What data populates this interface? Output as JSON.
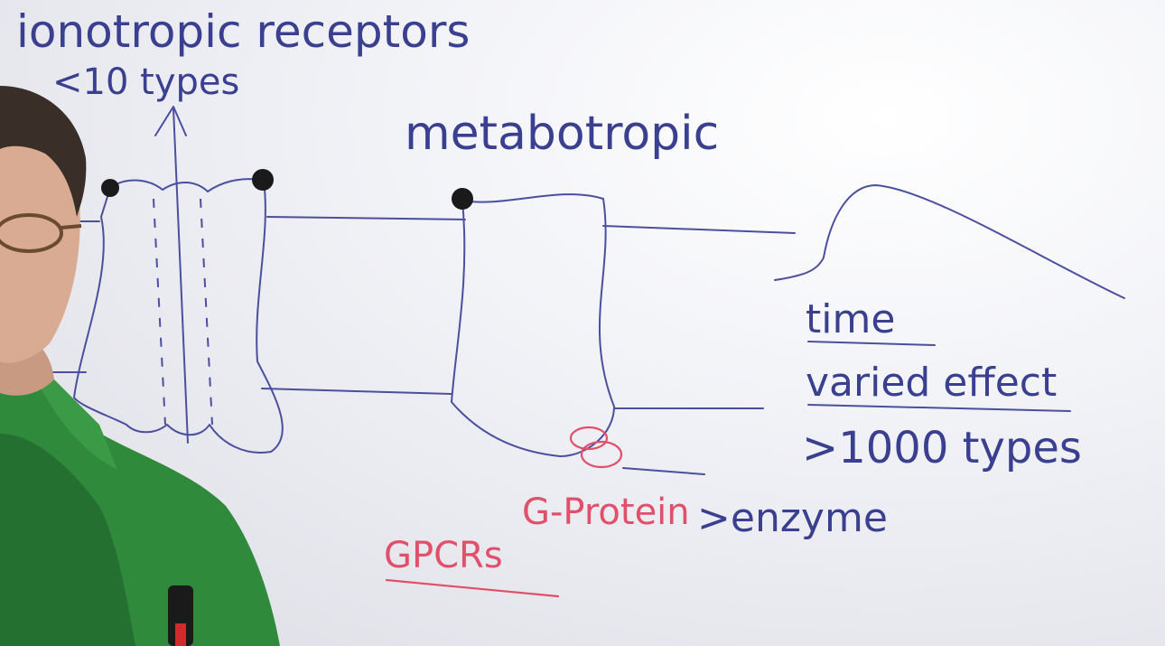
{
  "whiteboard": {
    "ionotropic": {
      "title": "ionotropic receptors",
      "count": "<10 types"
    },
    "metabotropic": {
      "title": "metabotropic",
      "g_protein_label": "G-Protein",
      "enzyme_label": ">enzyme",
      "gpcrs_label": "GPCRs"
    },
    "response": {
      "time_label": "time",
      "effect_label": "varied effect",
      "count": ">1000 types"
    }
  },
  "colors": {
    "blue_ink": "#4a4f9e",
    "red_ink": "#e0506a",
    "shirt_green": "#2f8a3c"
  }
}
